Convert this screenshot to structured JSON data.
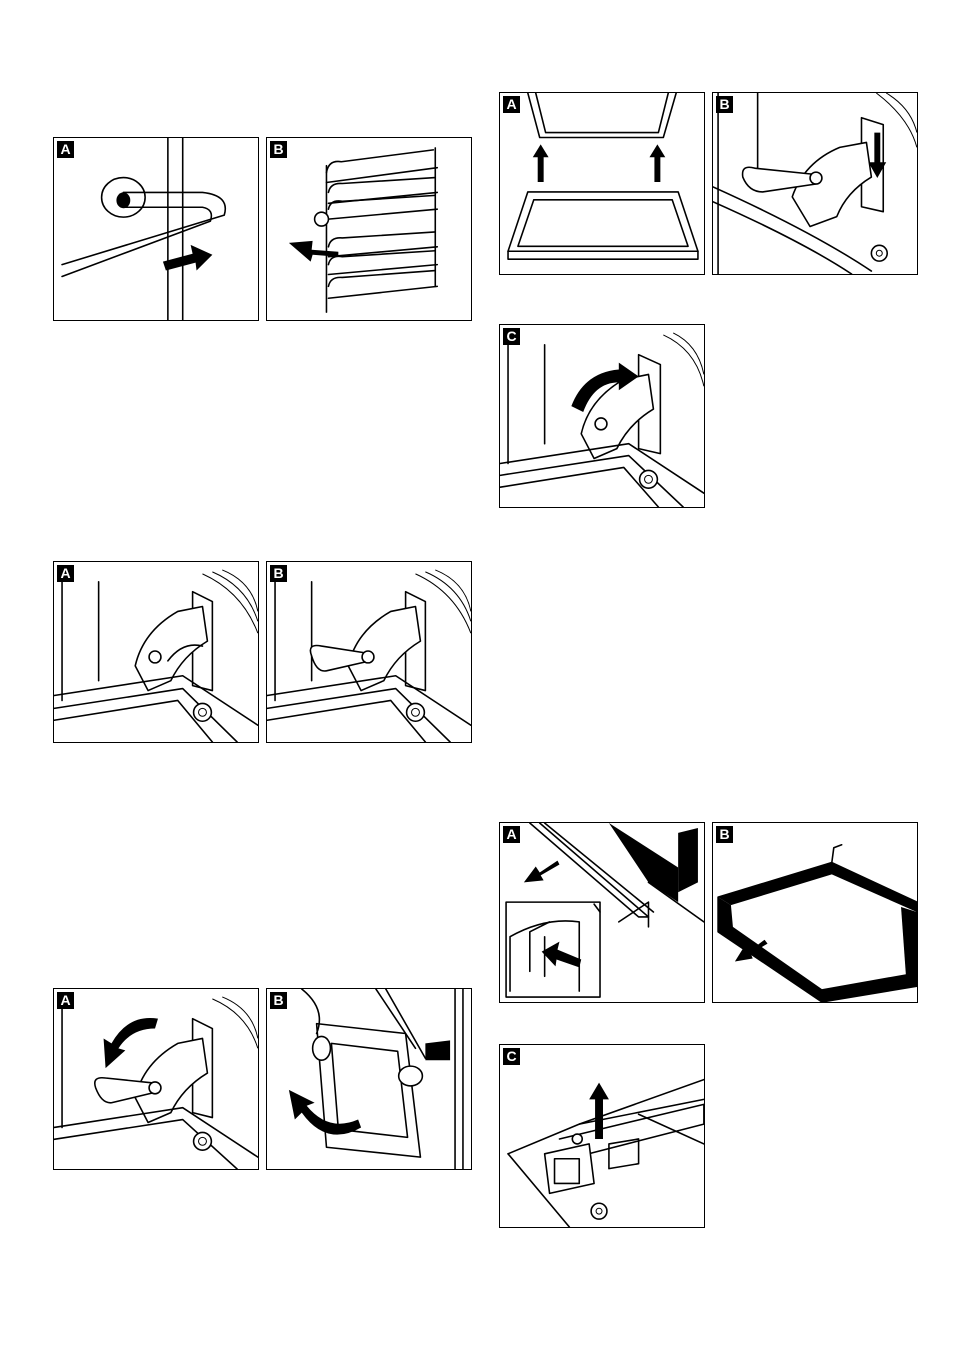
{
  "figures": [
    {
      "id": "fig1a",
      "label": "A"
    },
    {
      "id": "fig1b",
      "label": "B"
    },
    {
      "id": "fig2a",
      "label": "A"
    },
    {
      "id": "fig2b",
      "label": "B"
    },
    {
      "id": "fig3a",
      "label": "A"
    },
    {
      "id": "fig3b",
      "label": "B"
    },
    {
      "id": "fig4a",
      "label": "A"
    },
    {
      "id": "fig4b",
      "label": "B"
    },
    {
      "id": "fig4c",
      "label": "C"
    },
    {
      "id": "fig5a",
      "label": "A"
    },
    {
      "id": "fig5b",
      "label": "B"
    },
    {
      "id": "fig5c",
      "label": "C"
    }
  ],
  "icons": {
    "arrow": "black-arrow-icon",
    "hinge": "door-hinge-icon",
    "rack": "oven-rack-icon"
  }
}
